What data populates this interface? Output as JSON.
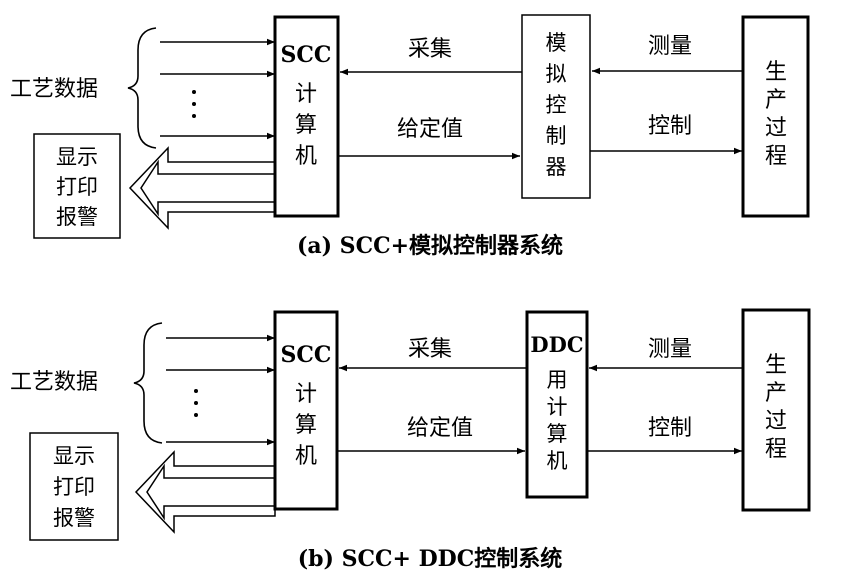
{
  "diagram_a": {
    "caption": "(a)  SCC+模拟控制器系统",
    "process_data_label": "工艺数据",
    "display_box": [
      "显示",
      "打印",
      "报警"
    ],
    "scc_box": [
      "SCC",
      "计",
      "算",
      "机"
    ],
    "collect_label": "采集",
    "setpoint_label": "给定值",
    "controller_box": [
      "模",
      "拟",
      "控",
      "制",
      "器"
    ],
    "measure_label": "测量",
    "control_label": "控制",
    "process_box": [
      "生",
      "产",
      "过",
      "程"
    ]
  },
  "diagram_b": {
    "caption": "(b)  SCC+ DDC控制系统",
    "process_data_label": "工艺数据",
    "display_box": [
      "显示",
      "打印",
      "报警"
    ],
    "scc_box": [
      "SCC",
      "计",
      "算",
      "机"
    ],
    "collect_label": "采集",
    "setpoint_label": "给定值",
    "controller_box": [
      "DDC",
      "用",
      "计",
      "算",
      "机"
    ],
    "measure_label": "测量",
    "control_label": "控制",
    "process_box": [
      "生",
      "产",
      "过",
      "程"
    ]
  },
  "colors": {
    "stroke": "#000000",
    "background": "#ffffff"
  }
}
